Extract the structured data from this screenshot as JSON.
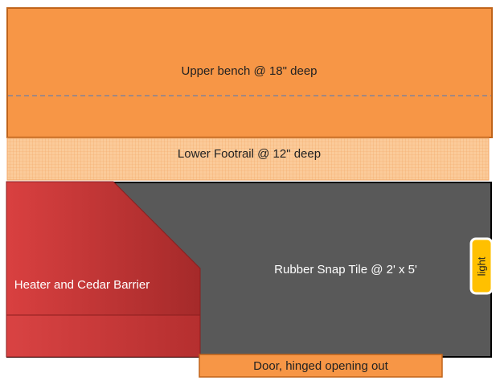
{
  "diagram": {
    "upper_bench": {
      "label": "Upper bench @ 18\" deep",
      "fill": "#F79646",
      "border": "#C0641A",
      "dash_color": "#6E7FA6"
    },
    "lower_footrail": {
      "label": "Lower Footrail @ 12\" deep",
      "fill": "#FBCB9A",
      "grid": "#F3A766"
    },
    "rubber_tile": {
      "label": "Rubber Snap Tile @ 2' x 5'",
      "fill": "#595959",
      "border": "#000000"
    },
    "heater": {
      "label": "Heater and Cedar Barrier",
      "fill": "#C0392B",
      "highlight": "#D94040",
      "border": "#8C1E1E"
    },
    "door": {
      "label": "Door, hinged opening out",
      "fill": "#F79646",
      "border": "#C0641A"
    },
    "light": {
      "label": "light",
      "fill": "#FFC000",
      "border": "#FFFFFF"
    }
  }
}
